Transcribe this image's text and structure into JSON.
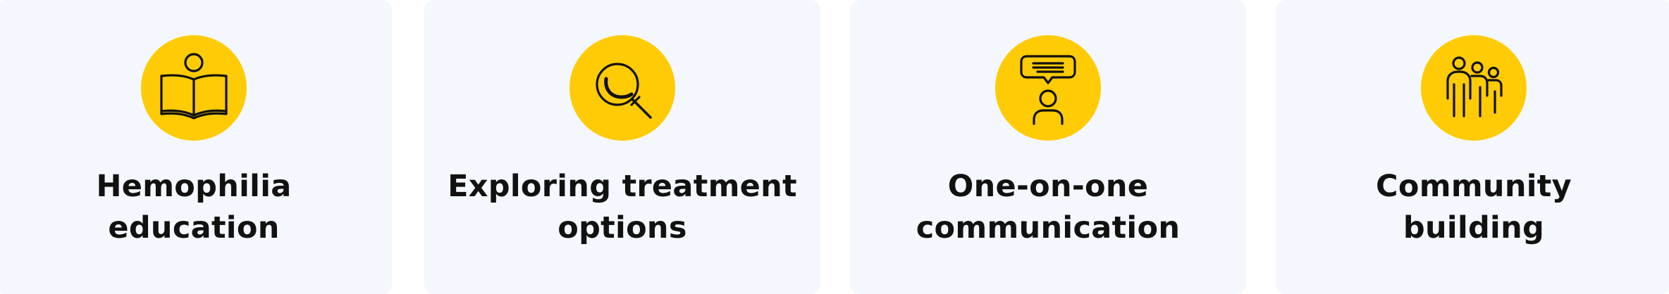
{
  "colors": {
    "card_background": "#f4f7fd",
    "badge_yellow": "#ffcb05",
    "text": "#111111"
  },
  "cards": [
    {
      "icon": "reading-person-icon",
      "title_line1": "Hemophilia",
      "title_line2": "education"
    },
    {
      "icon": "magnifying-glass-icon",
      "title_line1": "Exploring treatment",
      "title_line2": "options"
    },
    {
      "icon": "speech-bubble-person-icon",
      "title_line1": "One-on-one",
      "title_line2": "communication"
    },
    {
      "icon": "group-of-people-icon",
      "title_line1": "Community",
      "title_line2": "building"
    }
  ]
}
